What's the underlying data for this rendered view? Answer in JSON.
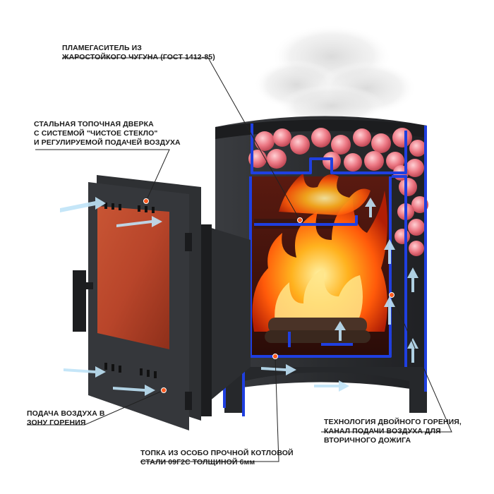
{
  "labels": {
    "flame_damper": [
      "ПЛАМЕГАСИТЕЛЬ ИЗ",
      "ЖАРОСТОЙКОГО ЧУГУНА (ГОСТ 1412-85)"
    ],
    "door": [
      "СТАЛЬНАЯ ТОПОЧНАЯ ДВЕРКА",
      "С СИСТЕМОЙ \"ЧИСТОЕ СТЕКЛО\"",
      "И РЕГУЛИРУЕМОЙ ПОДАЧЕЙ ВОЗДУХА"
    ],
    "air_supply": [
      "ПОДАЧА ВОЗДУХА В",
      "ЗОНУ ГОРЕНИЯ"
    ],
    "firebox": [
      "ТОПКА ИЗ ОСОБО ПРОЧНОЙ КОТЛОВОЙ",
      "СТАЛИ 09Г2С ТОЛЩИНОЙ 6мм"
    ],
    "double_burn": [
      "ТЕХНОЛОГИЯ ДВОЙНОГО ГОРЕНИЯ,",
      "КАНАЛ ПОДАЧИ ВОЗДУХА ДЛЯ",
      "ВТОРИЧНОГО ДОЖИГА"
    ]
  },
  "colors": {
    "steel": "#2e3033",
    "steel_dark": "#1c1d1f",
    "section_blue": "#1f3fe0",
    "glass": "#b8452a",
    "fire": "#ff7a10",
    "stones": "#e8737f",
    "leader_dot": "#ff5a1f",
    "air_arrow": "#bfe3f7"
  },
  "icons": {
    "air_arrow": "air-flow-arrow-icon",
    "callout_dot": "callout-dot-icon"
  }
}
